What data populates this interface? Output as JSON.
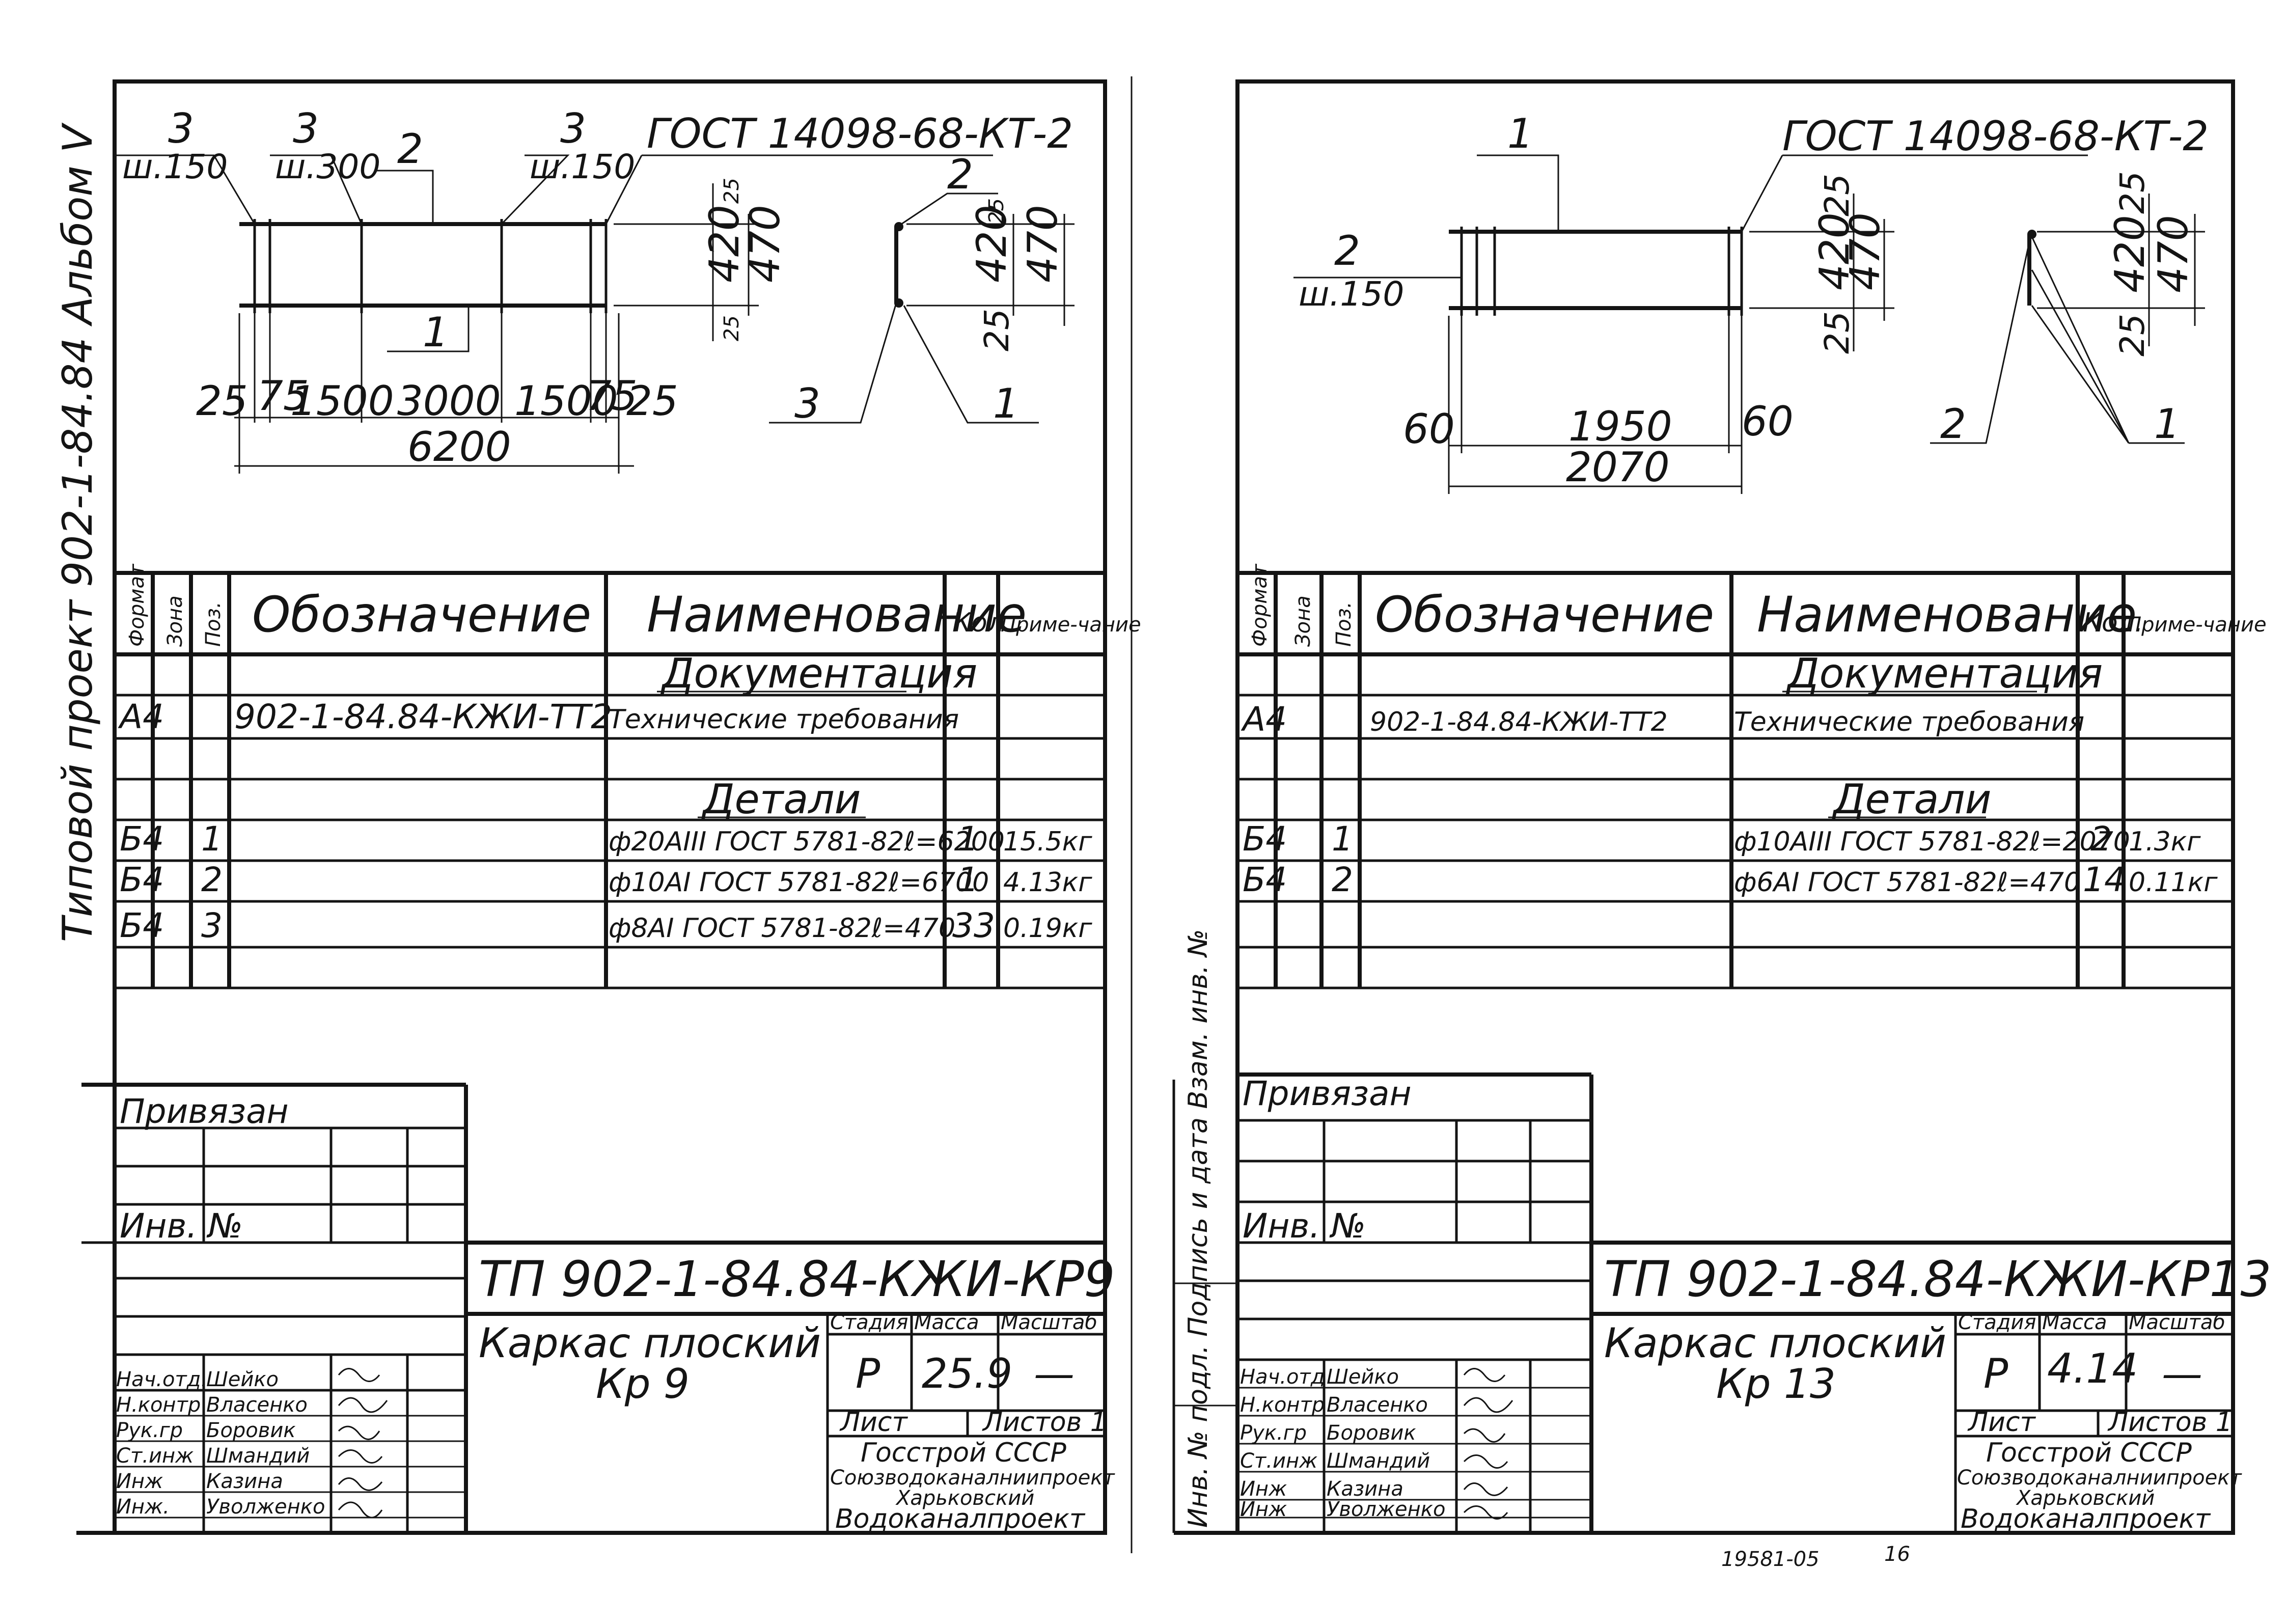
{
  "binding_margin": {
    "left_vertical_text": "Типовой проект 902-1-84.84 Альбом V",
    "right_vertical_text": "Инв. № подл.  Подпись и дата  Взам. инв. №"
  },
  "sheets": [
    {
      "drawing": {
        "gost": "ГОСТ 14098-68-КТ-2",
        "labels_front": [
          {
            "pos": "3",
            "note": "ш.150"
          },
          {
            "pos": "3",
            "note": "ш.300"
          },
          {
            "pos": "2",
            "note": ""
          },
          {
            "pos": "3",
            "note": "ш.150"
          },
          {
            "pos": "1",
            "note": ""
          }
        ],
        "dims_bottom": [
          "25",
          "75",
          "1500",
          "3000",
          "1500",
          "75",
          "25"
        ],
        "dim_total": "6200",
        "dims_side": [
          "25",
          "420",
          "25",
          "470"
        ],
        "section_labels": [
          "2",
          "3",
          "1"
        ],
        "section_dims": [
          "25",
          "420",
          "25",
          "470"
        ]
      },
      "spec": {
        "headers": [
          "Формат",
          "Зона",
          "Поз.",
          "Обозначение",
          "Наименование",
          "Кол.",
          "Приме-чание"
        ],
        "section_docs": "Документация",
        "section_parts": "Детали",
        "rows_docs": [
          {
            "format": "А4",
            "zone": "",
            "pos": "",
            "designation": "902-1-84.84-КЖИ-ТТ2",
            "name": "Технические требования",
            "qty": "",
            "note": ""
          }
        ],
        "rows_parts": [
          {
            "format": "Б4",
            "zone": "",
            "pos": "1",
            "designation": "",
            "name": "ф20АIII ГОСТ 5781-82ℓ=6200",
            "qty": "1",
            "note": "15.5кг"
          },
          {
            "format": "Б4",
            "zone": "",
            "pos": "2",
            "designation": "",
            "name": "ф10АI ГОСТ 5781-82ℓ=6700",
            "qty": "1",
            "note": "4.13кг"
          },
          {
            "format": "Б4",
            "zone": "",
            "pos": "3",
            "designation": "",
            "name": "ф8АI ГОСТ 5781-82ℓ=470",
            "qty": "33",
            "note": "0.19кг"
          }
        ]
      },
      "title_block": {
        "privyazan": "Привязан",
        "inv_no": "Инв. №",
        "doc_code": "ТП 902-1-84.84-КЖИ-КР9",
        "object_name_line1": "Каркас плоский",
        "object_name_line2": "Кр 9",
        "stage_label": "Стадия",
        "mass_label": "Масса",
        "scale_label": "Масштаб",
        "stage": "Р",
        "mass": "25.9",
        "scale": "—",
        "sheet_label": "Лист",
        "sheets_label": "Листов 1",
        "org_line1": "Госстрой СССР",
        "org_line2": "Союзводоканалниипроект",
        "org_line3": "Харьковский",
        "org_line4": "Водоканалпроект",
        "signers": [
          {
            "role": "Нач.отд.",
            "name": "Шейко"
          },
          {
            "role": "Н.контр",
            "name": "Власенко"
          },
          {
            "role": "Рук.гр",
            "name": "Боровик"
          },
          {
            "role": "Ст.инж",
            "name": "Шмандий"
          },
          {
            "role": "Инж",
            "name": "Казина"
          },
          {
            "role": "Инж.",
            "name": "Уволженко"
          }
        ]
      }
    },
    {
      "drawing": {
        "gost": "ГОСТ 14098-68-КТ-2",
        "labels_front": [
          {
            "pos": "1",
            "note": ""
          },
          {
            "pos": "2",
            "note": "ш.150"
          }
        ],
        "dims_bottom": [
          "60",
          "1950",
          "60"
        ],
        "dim_total": "2070",
        "dims_side": [
          "25",
          "420",
          "25",
          "470"
        ],
        "section_labels": [
          "2",
          "1"
        ],
        "section_dims": [
          "25",
          "420",
          "25",
          "470"
        ]
      },
      "spec": {
        "headers": [
          "Формат",
          "Зона",
          "Поз.",
          "Обозначение",
          "Наименование",
          "Кол.",
          "Приме-чание"
        ],
        "section_docs": "Документация",
        "section_parts": "Детали",
        "rows_docs": [
          {
            "format": "А4",
            "zone": "",
            "pos": "",
            "designation": "902-1-84.84-КЖИ-ТТ2",
            "name": "Технические требования",
            "qty": "",
            "note": ""
          }
        ],
        "rows_parts": [
          {
            "format": "Б4",
            "zone": "",
            "pos": "1",
            "designation": "",
            "name": "ф10АIII ГОСТ 5781-82ℓ=2070",
            "qty": "2",
            "note": "1.3кг"
          },
          {
            "format": "Б4",
            "zone": "",
            "pos": "2",
            "designation": "",
            "name": "ф6АI ГОСТ 5781-82ℓ=470",
            "qty": "14",
            "note": "0.11кг"
          }
        ]
      },
      "title_block": {
        "privyazan": "Привязан",
        "inv_no": "Инв. №",
        "doc_code": "ТП 902-1-84.84-КЖИ-КР13",
        "object_name_line1": "Каркас плоский",
        "object_name_line2": "Кр 13",
        "stage_label": "Стадия",
        "mass_label": "Масса",
        "scale_label": "Масштаб",
        "stage": "Р",
        "mass": "4.14",
        "scale": "—",
        "sheet_label": "Лист",
        "sheets_label": "Листов 1",
        "org_line1": "Госстрой СССР",
        "org_line2": "Союзводоканалниипроект",
        "org_line3": "Харьковский",
        "org_line4": "Водоканалпроект",
        "signers": [
          {
            "role": "Нач.отд",
            "name": "Шейко"
          },
          {
            "role": "Н.контр",
            "name": "Власенко"
          },
          {
            "role": "Рук.гр",
            "name": "Боровик"
          },
          {
            "role": "Ст.инж",
            "name": "Шмандий"
          },
          {
            "role": "Инж",
            "name": "Казина"
          },
          {
            "role": "Инж",
            "name": "Уволженко"
          }
        ]
      }
    }
  ],
  "footer_stamp": {
    "number": "19581-05",
    "page": "16"
  }
}
